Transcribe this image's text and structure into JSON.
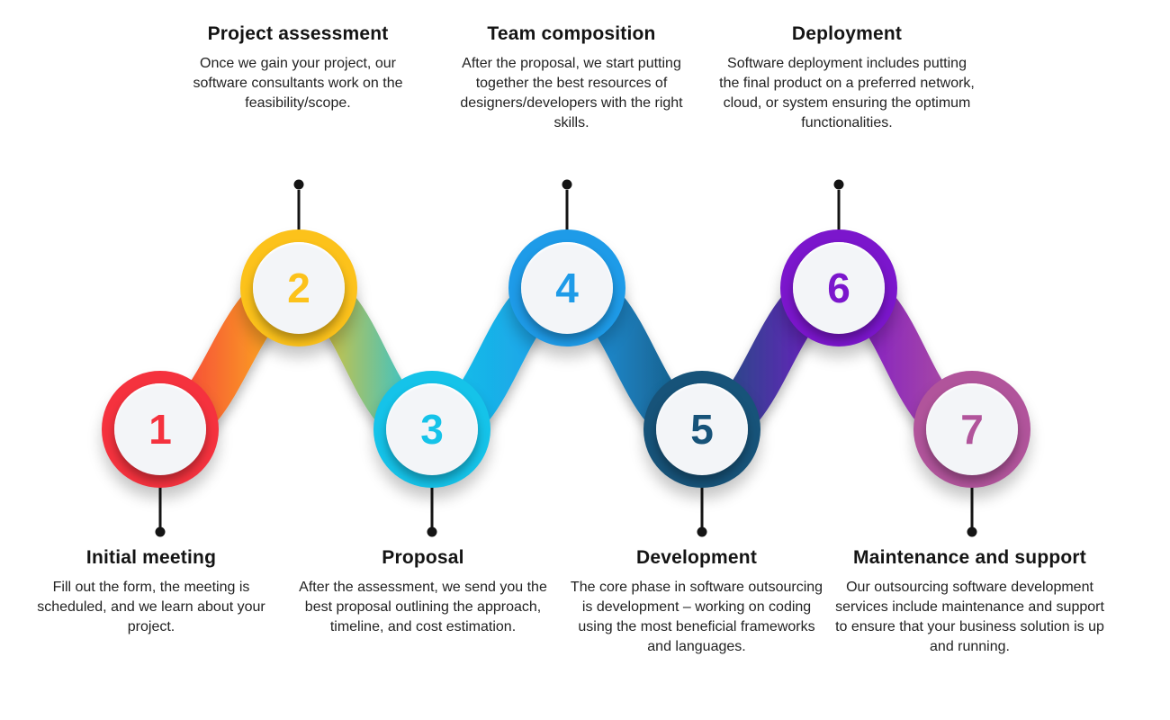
{
  "steps": [
    {
      "number": "1",
      "title": "Initial meeting",
      "description": "Fill out the form, the meeting is scheduled, and we learn about your project.",
      "color": "#f5323e"
    },
    {
      "number": "2",
      "title": "Project assessment",
      "description": "Once we gain your project, our software consultants work on the feasibility/scope.",
      "color": "#fcc21b"
    },
    {
      "number": "3",
      "title": "Proposal",
      "description": "After the assessment, we send you the best proposal outlining the approach, timeline, and cost estimation.",
      "color": "#15c3e9"
    },
    {
      "number": "4",
      "title": "Team composition",
      "description": "After the proposal, we start putting together the best resources of designers/developers with the right skills.",
      "color": "#1e9be8"
    },
    {
      "number": "5",
      "title": "Development",
      "description": "The core phase in software outsourcing is development – working on coding using the most beneficial frameworks and languages.",
      "color": "#175379"
    },
    {
      "number": "6",
      "title": "Deployment",
      "description": "Software deployment includes putting the final product on a preferred network, cloud, or system ensuring the optimum functionalities.",
      "color": "#7b16cc"
    },
    {
      "number": "7",
      "title": "Maintenance and support",
      "description": "Our outsourcing software development services include maintenance and support to ensure that your business solution is up and running.",
      "color": "#b1549b"
    }
  ],
  "style": {
    "background": "#ffffff",
    "text_color": "#222222",
    "heading_color": "#141414",
    "stem_color": "#141414",
    "circle_inner_color": "#f3f5f8"
  }
}
